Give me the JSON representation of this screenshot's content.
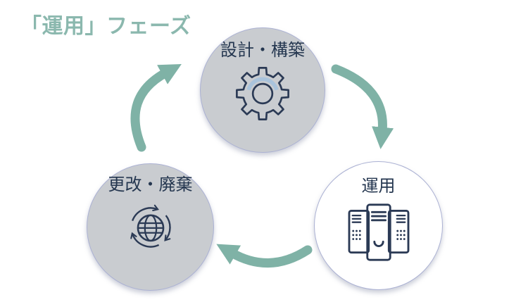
{
  "title": {
    "text": "「運用」フェーズ",
    "color": "#8bb8ae"
  },
  "cycle": {
    "nodes": [
      {
        "id": "design-build",
        "label": "設計・構築",
        "icon": "gear-icon",
        "fill": "#c9ccd0"
      },
      {
        "id": "operation",
        "label": "運用",
        "icon": "server-rack-icon",
        "fill": "#ffffff"
      },
      {
        "id": "change-disposal",
        "label": "更改・廃棄",
        "icon": "globe-cycle-icon",
        "fill": "#c9ccd0"
      }
    ],
    "arrows": [
      {
        "id": "design-to-operation",
        "from": "設計・構築",
        "to": "運用"
      },
      {
        "id": "operation-to-change-disposal",
        "from": "運用",
        "to": "更改・廃棄"
      },
      {
        "id": "change-disposal-to-design",
        "from": "更改・廃棄",
        "to": "設計・構築"
      }
    ],
    "arrow_color": "#7fb2a6"
  },
  "colors": {
    "background": "#ffffff",
    "node_gray": "#c9ccd0",
    "node_border": "#abb1d3",
    "icon_navy": "#2b3a55",
    "gear_accent_blue": "#a9c3dc"
  }
}
